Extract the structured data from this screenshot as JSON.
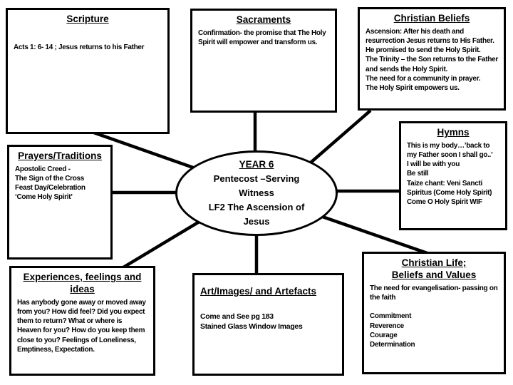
{
  "page": {
    "background_color": "#ffffff",
    "ink_color": "#000000",
    "kind": "topic-web-diagram"
  },
  "center_ellipse": {
    "title": "YEAR 6",
    "body": "Pentecost –Serving\nWitness\nLF2 The Ascension of\nJesus"
  },
  "boxes": {
    "scripture": {
      "title": "Scripture",
      "body": "Acts 1: 6- 14 ; Jesus returns to his Father"
    },
    "sacraments": {
      "title": "Sacraments",
      "body": "Confirmation- the promise that The Holy Spirit will empower and transform us."
    },
    "christian_beliefs": {
      "title": "Christian Beliefs",
      "body": "Ascension:  After his death and resurrection Jesus returns to His Father.\nHe promised to send the Holy Spirit.\nThe Trinity – the Son returns to the Father and sends the Holy Spirit.\nThe need for a community in prayer.\nThe Holy Spirit empowers us."
    },
    "hymns": {
      "title": "Hymns",
      "body": "This is my body…’back to my Father soon I shall go..’\nI will be with you\nBe still\nTaize chant: Veni Sancti Spiritus (Come Holy Spirit)\nCome O Holy Spirit WIF"
    },
    "prayers_traditions": {
      "title": "Prayers/Traditions",
      "body": "Apostolic Creed -\nThe Sign of the Cross\nFeast Day/Celebration\n‘Come Holy Spirit’"
    },
    "experiences": {
      "title": "Experiences, feelings and ideas",
      "body": "Has anybody gone away or moved away from you? How did feel? Did you expect them to return?  What or where is Heaven for you? How do you keep them close to you? Feelings of Loneliness, Emptiness, Expectation."
    },
    "art_images": {
      "title": "Art/Images/ and Artefacts",
      "body": "Come and See pg 183\nStained Glass Window Images"
    },
    "christian_life": {
      "title": "Christian Life;\nBeliefs and Values",
      "body": "The need for evangelisation- passing on the faith\n\nCommitment\nReverence\nCourage\nDetermination"
    }
  }
}
